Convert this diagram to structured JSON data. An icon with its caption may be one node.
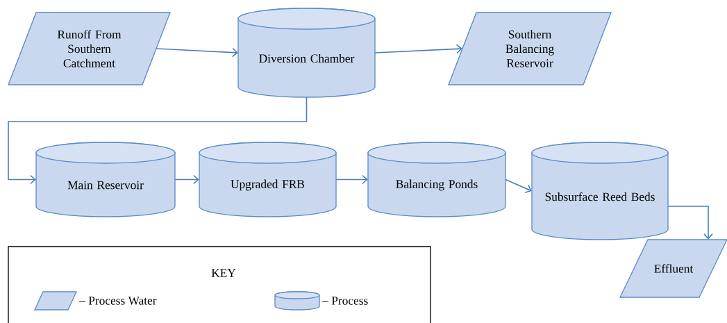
{
  "diagram": {
    "nodes": [
      {
        "text": [
          "Runoff From Southern Catchment"
        ]
      },
      {
        "text": [
          "Diversion Chamber"
        ]
      },
      {
        "text": [
          "Southern Balancing Reservoir"
        ]
      },
      {
        "text": [
          "Main Reservoir"
        ]
      },
      {
        "text": [
          "Upgraded FRB"
        ]
      },
      {
        "text": [
          "Balancing Ponds"
        ]
      },
      {
        "text": [
          "Subsurface Reed Beds"
        ]
      },
      {
        "text": [
          "Effluent"
        ]
      }
    ],
    "edges": [
      {
        "from": 0,
        "to": 1,
        "arrow": "to"
      },
      {
        "from": 1,
        "to": 2,
        "arrow": "to"
      },
      {
        "from": 1,
        "to": 3,
        "arrow": "to"
      },
      {
        "from": 3,
        "to": 4,
        "arrow": "to"
      },
      {
        "from": 4,
        "to": 5,
        "arrow": "to"
      },
      {
        "from": 5,
        "to": 6,
        "arrow": "to"
      },
      {
        "from": 6,
        "to": 7,
        "arrow": "to"
      }
    ],
    "labels": [
      "KEY"
    ],
    "legend": [
      {
        "text": "– Process Water"
      },
      {
        "text": "– Process"
      }
    ]
  }
}
